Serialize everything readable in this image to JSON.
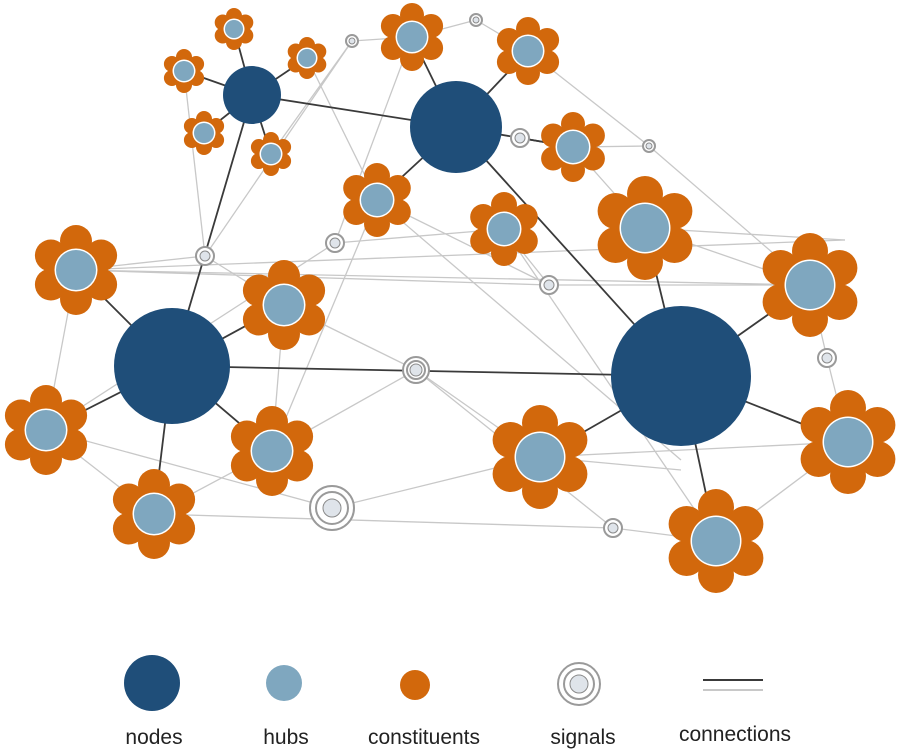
{
  "colors": {
    "node": "#1f4e79",
    "hub": "#7fa7bf",
    "constituent": "#d2680c",
    "signal_ring": "#9a9a9a",
    "connection_strong": "#3a3a3a",
    "connection_light": "#c8c8c8"
  },
  "legend": {
    "nodes": "nodes",
    "hubs": "hubs",
    "constituents": "constituents",
    "signals": "signals",
    "connections": "connections"
  }
}
